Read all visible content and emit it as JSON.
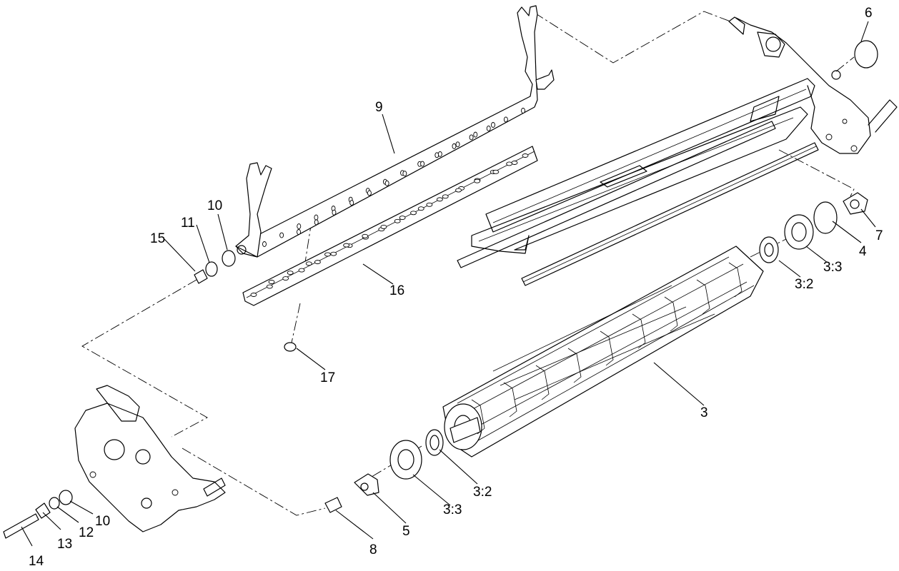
{
  "callouts": [
    {
      "id": "c3",
      "label": "3"
    },
    {
      "id": "c3-2-top",
      "label": "3:2"
    },
    {
      "id": "c3-3-top",
      "label": "3:3"
    },
    {
      "id": "c4",
      "label": "4"
    },
    {
      "id": "c5",
      "label": "5"
    },
    {
      "id": "c6",
      "label": "6"
    },
    {
      "id": "c7",
      "label": "7"
    },
    {
      "id": "c8",
      "label": "8"
    },
    {
      "id": "c9",
      "label": "9"
    },
    {
      "id": "c10-top",
      "label": "10"
    },
    {
      "id": "c10-bottom",
      "label": "10"
    },
    {
      "id": "c11",
      "label": "11"
    },
    {
      "id": "c12",
      "label": "12"
    },
    {
      "id": "c13",
      "label": "13"
    },
    {
      "id": "c14",
      "label": "14"
    },
    {
      "id": "c15",
      "label": "15"
    },
    {
      "id": "c16",
      "label": "16"
    },
    {
      "id": "c17",
      "label": "17"
    },
    {
      "id": "c3-2-bottom",
      "label": "3:2"
    },
    {
      "id": "c3-3-bottom",
      "label": "3:3"
    }
  ]
}
